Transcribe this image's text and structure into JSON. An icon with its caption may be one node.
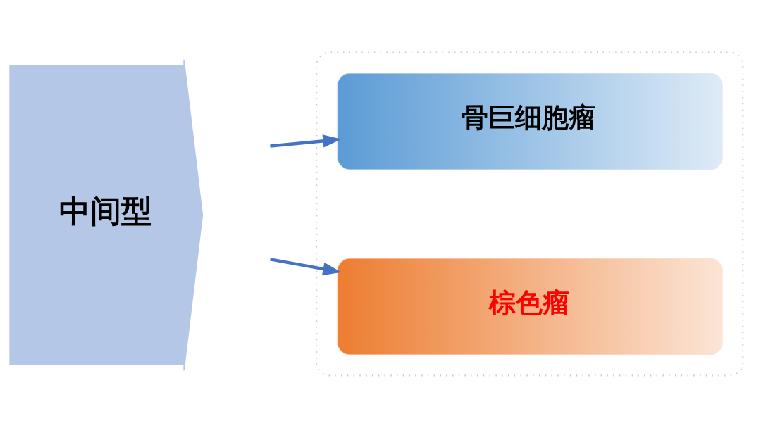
{
  "diagram": {
    "nodes": [
      {
        "text": [
          "中间型"
        ]
      },
      {
        "text": [],
        "shape": "box"
      },
      {
        "text": [
          "骨巨细胞瘤"
        ],
        "in": 1
      },
      {
        "text": [
          "棕色瘤"
        ],
        "in": 1
      }
    ],
    "edges": [
      {
        "from": null,
        "to": 2,
        "arrow": "to"
      },
      {
        "from": null,
        "to": 3,
        "arrow": "to"
      }
    ]
  }
}
